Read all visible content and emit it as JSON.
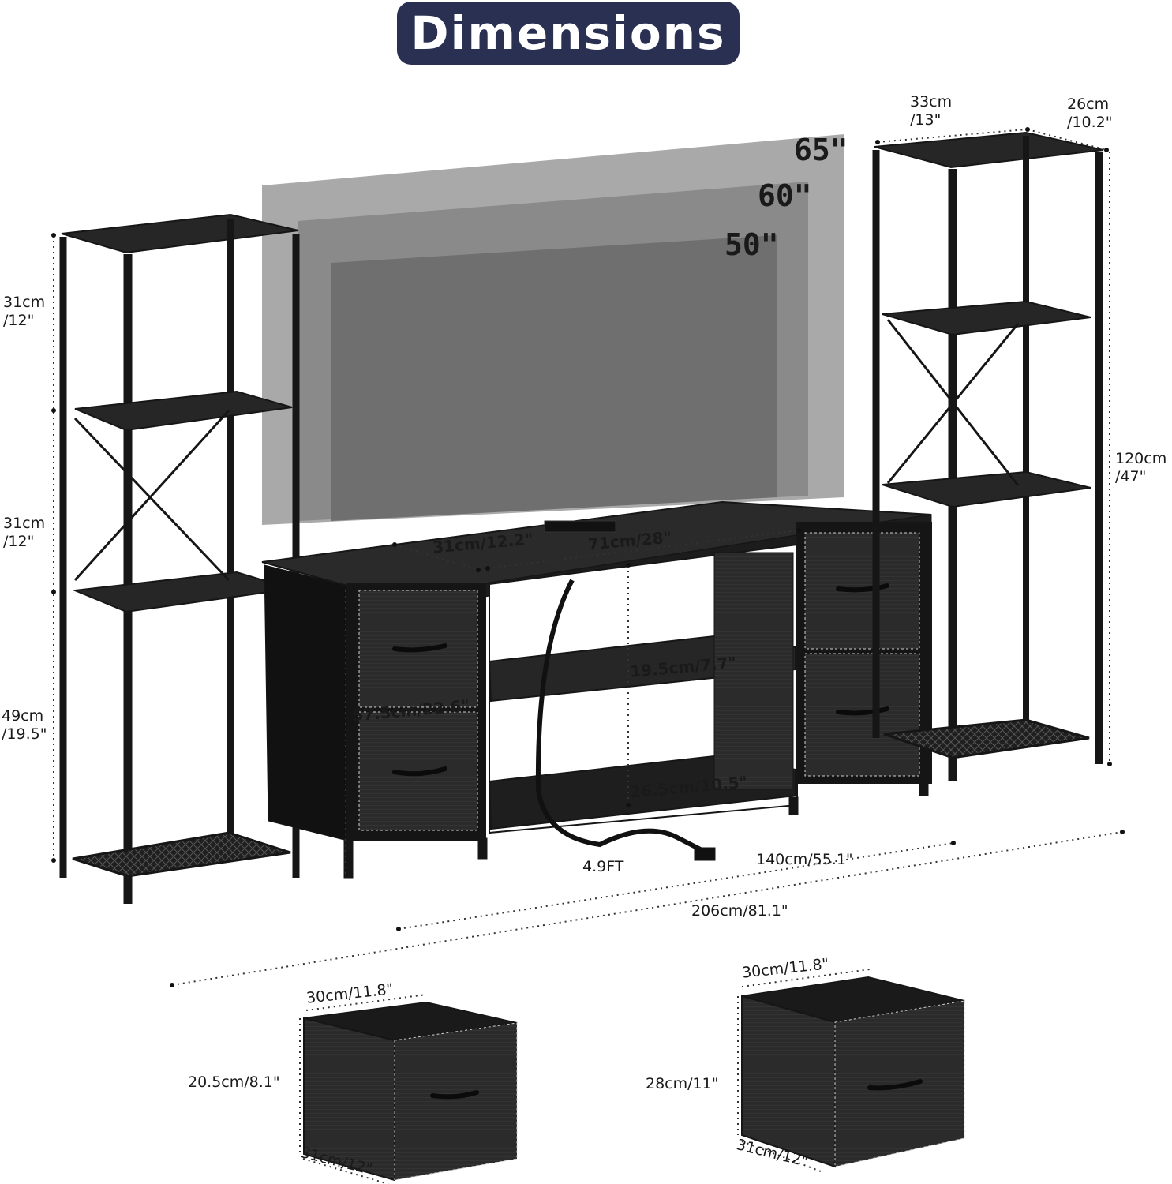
{
  "header": {
    "title": "Dimensions"
  },
  "tv_sizes": [
    "65\"",
    "60\"",
    "50\""
  ],
  "left_tower": {
    "top_section": "31cm\n/12\"",
    "mid_section": "31cm\n/12\"",
    "bottom_section": "49cm\n/19.5\""
  },
  "right_tower": {
    "width": "33cm\n/13\"",
    "depth": "26cm\n/10.2\"",
    "height": "120cm\n/47\""
  },
  "tv_stand": {
    "depth": "31cm/12.2\"",
    "opening_width": "71cm/28\"",
    "upper_shelf_height": "19.5cm/7.7\"",
    "total_height": "57.5cm/22.6\"",
    "lower_shelf_height": "26.5cm/10.5\"",
    "cord_length": "4.9FT",
    "stand_width": "140cm/55.1\"",
    "total_width": "206cm/81.1\""
  },
  "small_drawer": {
    "width": "30cm/11.8\"",
    "height": "20.5cm/8.1\"",
    "depth": "31cm/12\""
  },
  "large_drawer": {
    "width": "30cm/11.8\"",
    "height": "28cm/11\"",
    "depth": "31cm/12\""
  },
  "colors": {
    "badge_bg": "#2a3052",
    "frame": "#161616",
    "shelf": "#262626",
    "fabric": "#2b2b2b",
    "tv65": "#a9a9a9",
    "tv60": "#8a8a8a",
    "tv50": "#6f6f6f"
  }
}
